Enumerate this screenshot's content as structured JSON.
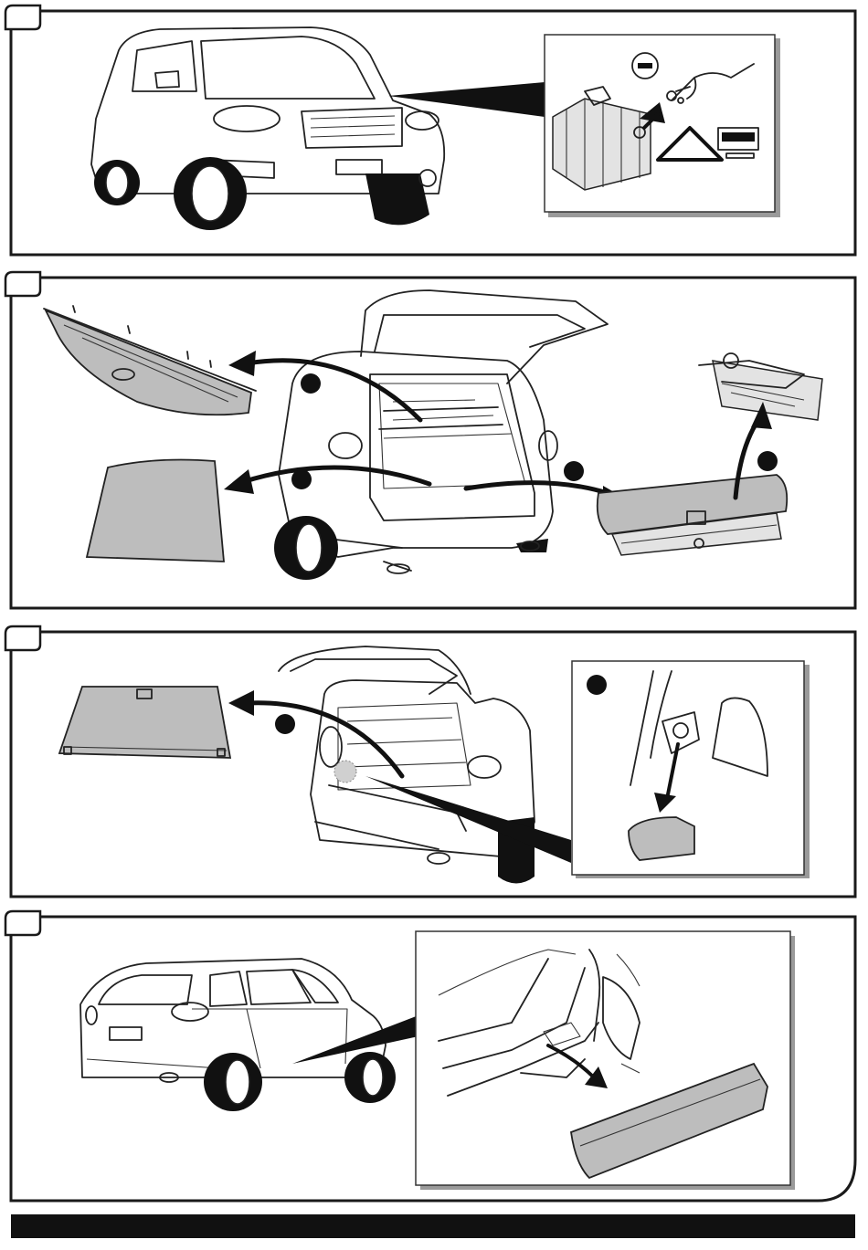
{
  "steps": [
    {
      "id": "step-1"
    },
    {
      "id": "step-2"
    },
    {
      "id": "step-3"
    },
    {
      "id": "step-4"
    }
  ],
  "icons": {
    "negative_terminal": "minus-sign-icon",
    "warning": "warning-triangle-icon",
    "bullet": "filled-circle-icon"
  },
  "colors": {
    "line": "#1a1a1a",
    "panel_fill": "#bdbdbd",
    "footer_bar": "#111111"
  }
}
